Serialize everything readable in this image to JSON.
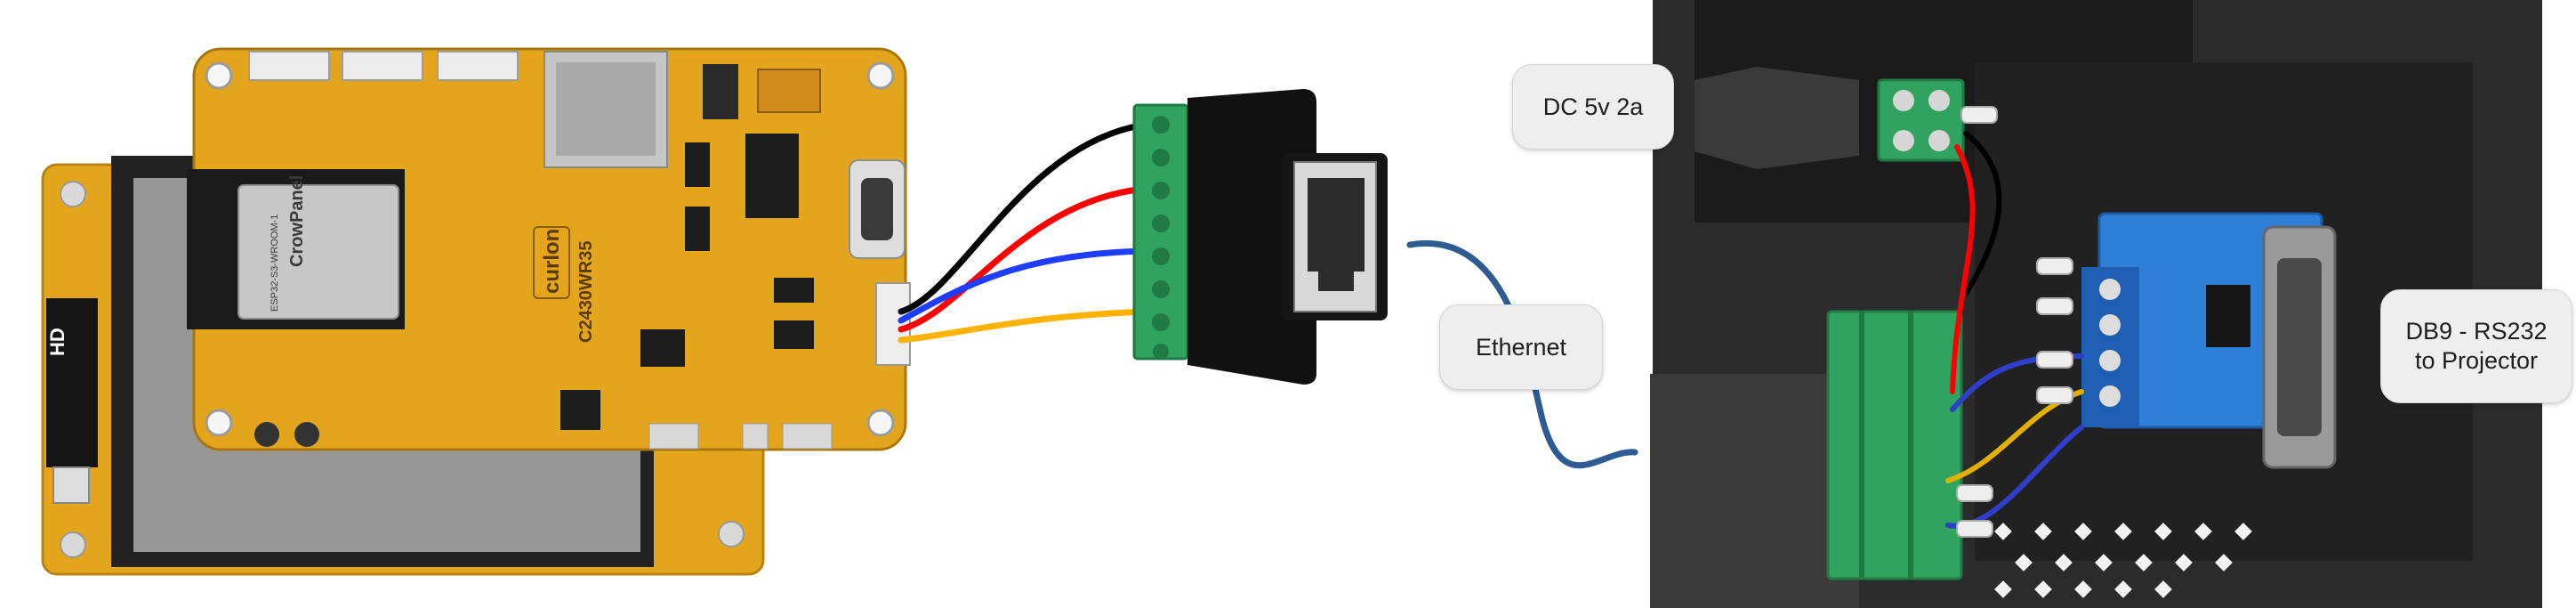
{
  "labels": {
    "power": "DC 5v 2a",
    "ethernet": "Ethernet",
    "db9_line1": "DB9 - RS232",
    "db9_line2": "to Projector"
  },
  "board_markings": {
    "module_brand": "CrowPanel",
    "module_model": "ESP32-S3-WROOM-1",
    "board_name": "curlon",
    "board_model": "C2430WR35",
    "screen_tag": "HD"
  },
  "colors": {
    "pcb": "#e3a51c",
    "screen": "#1e1e1e",
    "terminal_green": "#2fa35f",
    "wire_black": "#000000",
    "wire_red": "#ff0000",
    "wire_blue": "#1f3dff",
    "wire_yellow": "#ffb300",
    "ethernet_cable": "#2e5b91",
    "rs232_module": "#2f7fd8",
    "enclosure": "#2b2b2b"
  }
}
